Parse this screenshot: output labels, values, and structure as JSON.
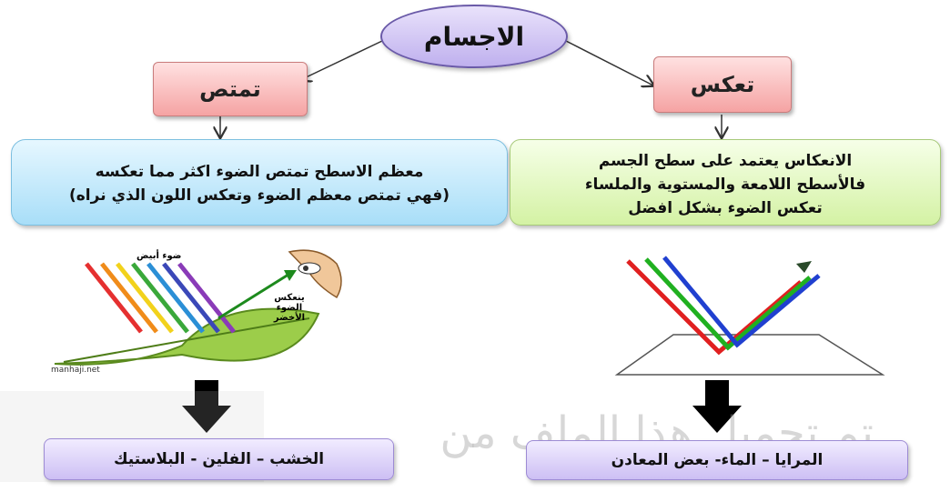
{
  "root": {
    "label": "الاجسام"
  },
  "left_branch": {
    "title": "تمتص",
    "description": [
      "معظم الاسطح تمتص الضوء اكثر مما تعكسه",
      "(فهي تمتص معظم الضوء وتعكس اللون الذي نراه)"
    ],
    "image_labels": {
      "white_light": "ضوء أبيض",
      "reflected_line1": "ينعكس",
      "reflected_line2": "الضوء الأخضر",
      "site": "manhaji.net"
    },
    "examples": "الخشب – الفلين - البلاستيك"
  },
  "right_branch": {
    "title": "تعكس",
    "description": [
      "الانعكاس يعتمد على سطح الجسم",
      "فالأسطح اللامعة والمستوية والملساء",
      "تعكس الضوء بشكل افضل"
    ],
    "examples": "المرايا – الماء- بعض المعادن"
  },
  "watermark": "تم تحميل هذا الملف من",
  "colors": {
    "root_fill": "#c9bdf2",
    "title_fill": "#f7b2b2",
    "left_box": "#bfe7fb",
    "right_box": "#e2f6c2",
    "example_fill": "#d9cff7"
  }
}
